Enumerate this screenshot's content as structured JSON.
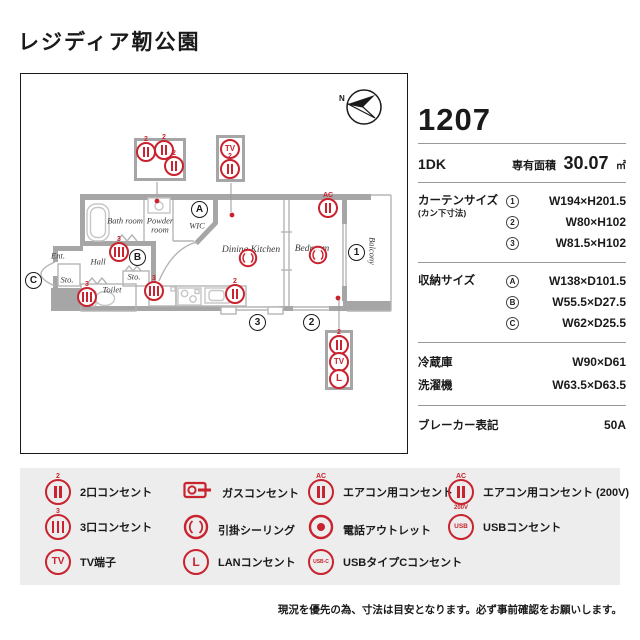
{
  "title": "レジディア靭公園",
  "plan": {
    "rooms": {
      "bath": "Bath room",
      "powder": "Powder room",
      "wic": "WIC",
      "ent": "Ent.",
      "hall": "Hall",
      "sto1": "Sto.",
      "sto2": "Sto.",
      "toilet": "Toilet",
      "dk": "Dining Kitchen",
      "bedroom": "Bedroom",
      "balcony": "Balcony"
    },
    "refs": {
      "r1": "1",
      "r2": "2",
      "r3": "3",
      "ra": "A",
      "rb": "B",
      "rc": "C"
    },
    "icon_text": {
      "tv": "TV",
      "lan": "L",
      "ac": "AC",
      "sup2": "2",
      "sup3": "3",
      "compass": "N"
    }
  },
  "info": {
    "unit_number": "1207",
    "layout_type": "1DK",
    "area_label": "専有面積",
    "area_value": "30.07",
    "area_unit": "㎡",
    "curtain": {
      "label": "カーテンサイズ",
      "sublabel": "(カン下寸法)",
      "rows": [
        {
          "ref": "1",
          "value": "W194×H201.5"
        },
        {
          "ref": "2",
          "value": "W80×H102"
        },
        {
          "ref": "3",
          "value": "W81.5×H102"
        }
      ]
    },
    "storage": {
      "label": "収納サイズ",
      "rows": [
        {
          "ref": "A",
          "value": "W138×D101.5"
        },
        {
          "ref": "B",
          "value": "W55.5×D27.5"
        },
        {
          "ref": "C",
          "value": "W62×D25.5"
        }
      ]
    },
    "fridge": {
      "label": "冷蔵庫",
      "value": "W90×D61"
    },
    "washer": {
      "label": "洗濯機",
      "value": "W63.5×D63.5"
    },
    "breaker": {
      "label": "ブレーカー表記",
      "value": "50A"
    }
  },
  "legend": {
    "items": [
      {
        "icon": "outlet2",
        "label": "2口コンセント"
      },
      {
        "icon": "outlet3",
        "label": "3口コンセント"
      },
      {
        "icon": "tv",
        "label": "TV端子"
      },
      {
        "icon": "gas",
        "label": "ガスコンセント"
      },
      {
        "icon": "ceiling",
        "label": "引掛シーリング"
      },
      {
        "icon": "lan",
        "label": "LANコンセント"
      },
      {
        "icon": "ac",
        "label": "エアコン用コンセント"
      },
      {
        "icon": "phone",
        "label": "電話アウトレット"
      },
      {
        "icon": "usbc",
        "label": "USBタイプCコンセント"
      },
      {
        "icon": "ac200",
        "label": "エアコン用コンセント (200V)"
      },
      {
        "icon": "usb",
        "label": "USBコンセント"
      }
    ],
    "icon_text": {
      "tv": "TV",
      "lan": "L",
      "usb": "USB",
      "usbc": "USB-C",
      "ac": "AC",
      "v200": "200V",
      "sup2": "2",
      "sup3": "3"
    }
  },
  "note": "現況を優先の為、寸法は目安となります。必ず事前確認をお願いします。",
  "colors": {
    "accent_red": "#c8232e",
    "wall_gray": "#a6a6a6",
    "legend_bg": "#ededed"
  }
}
